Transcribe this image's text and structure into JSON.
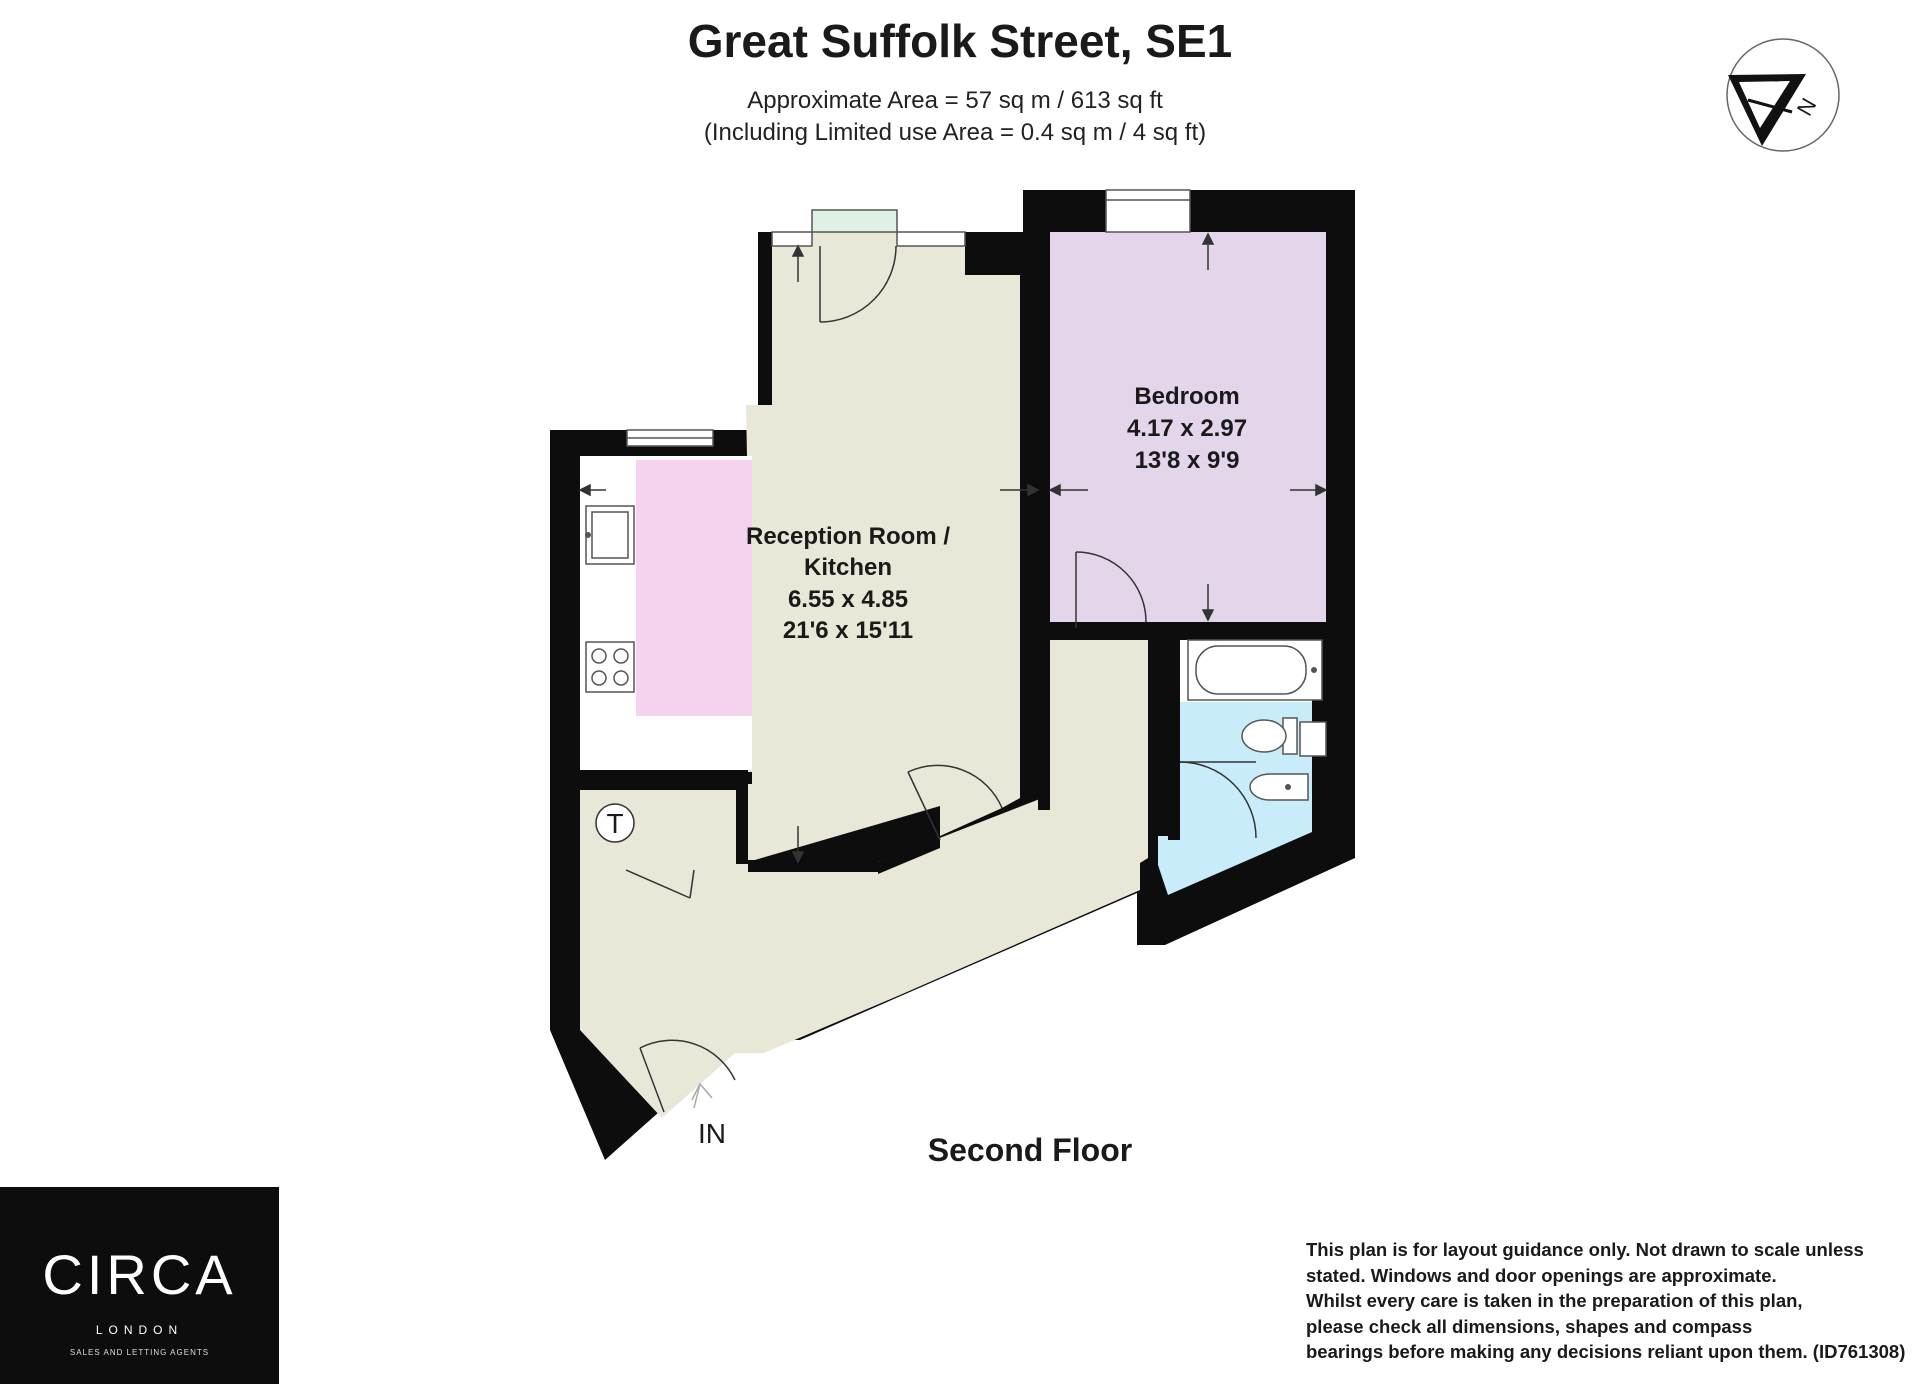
{
  "header": {
    "title": "Great Suffolk Street, SE1",
    "area_line": "Approximate Area = 57 sq m / 613 sq ft",
    "limited_line": "(Including Limited use Area = 0.4 sq m / 4 sq ft)"
  },
  "compass": {
    "label": "N"
  },
  "rooms": {
    "reception": {
      "line1": "Reception Room /",
      "line2": "Kitchen",
      "metric": "6.55 x 4.85",
      "imperial": "21'6 x 15'11"
    },
    "bedroom": {
      "name": "Bedroom",
      "metric": "4.17 x 2.97",
      "imperial": "13'8 x 9'9"
    },
    "cupboard": {
      "symbol": "T"
    }
  },
  "entrance": {
    "label": "IN"
  },
  "floor": {
    "label": "Second Floor"
  },
  "disclaimer": {
    "lines": [
      "This plan is for layout guidance only. Not drawn to scale unless",
      "stated. Windows and door openings are approximate.",
      "Whilst every care is taken in the preparation of this plan,",
      "please check all dimensions, shapes and compass",
      "bearings before making any decisions reliant upon them. (ID761308)"
    ]
  },
  "logo": {
    "name": "CIRCA",
    "city": "LONDON",
    "tagline": "SALES AND LETTING AGENTS"
  },
  "colors": {
    "wall": "#0d0d0d",
    "reception_floor": "#e9e7d8",
    "kitchen_worktop": "#f5d3ee",
    "bedroom_floor": "#e3d5ea",
    "bathroom_floor": "#c9ecfb",
    "logo_background": "#0d0d0d"
  }
}
